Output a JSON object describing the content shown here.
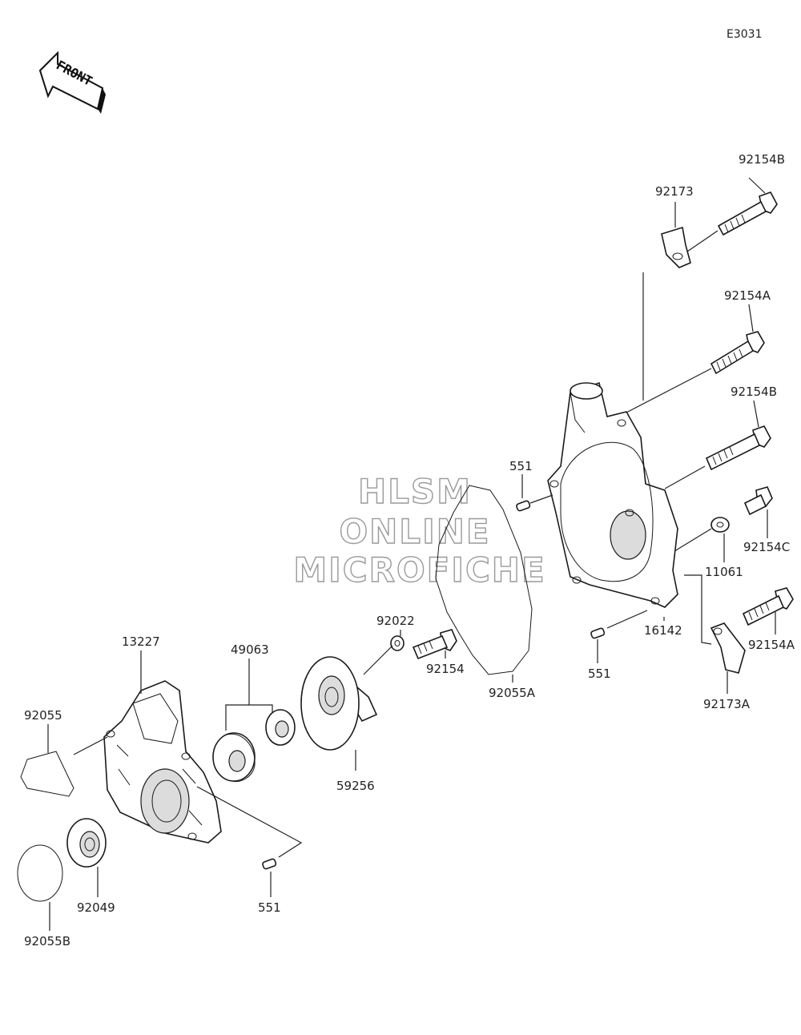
{
  "diagram_code": "E3031",
  "front_label": "FRONT",
  "watermark": {
    "line1": "HLSM",
    "line2": "ONLINE",
    "line3": "MICROFICHE"
  },
  "parts": {
    "p92154B_top": "92154B",
    "p92173": "92173",
    "p92154A_top": "92154A",
    "p92154B_mid": "92154B",
    "p551_top": "551",
    "p92154C": "92154C",
    "p11061": "11061",
    "p16142": "16142",
    "p92154A_bot": "92154A",
    "p551_mid": "551",
    "p92173A": "92173A",
    "p92022": "92022",
    "p92154": "92154",
    "p92055A": "92055A",
    "p49063": "49063",
    "p59256": "59256",
    "p13227": "13227",
    "p92055": "92055",
    "p92049": "92049",
    "p551_bot": "551",
    "p92055B": "92055B"
  }
}
